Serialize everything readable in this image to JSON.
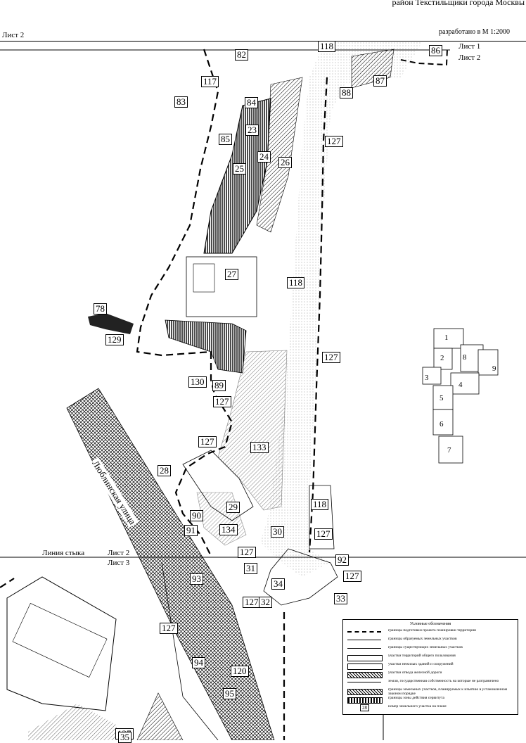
{
  "header": {
    "district": "район Текстильщики города Москвы",
    "sheet_top_left": "Лист 2",
    "scale_note": "разработано в М 1:2000",
    "sheet1_label": "Лист 1",
    "sheet2_label": "Лист 2"
  },
  "junction": {
    "label": "Линия стыка",
    "sheet_above": "Лист 2",
    "sheet_below": "Лист 3"
  },
  "street_label": "Люблинская улица",
  "parcels": [
    "82",
    "118",
    "86",
    "87",
    "88",
    "117",
    "83",
    "84",
    "23",
    "85",
    "24",
    "25",
    "26",
    "127",
    "127",
    "27",
    "118",
    "78",
    "129",
    "127",
    "130",
    "89",
    "127",
    "133",
    "28",
    "29",
    "90",
    "134",
    "91",
    "30",
    "118",
    "127",
    "92",
    "127",
    "31",
    "127",
    "93",
    "34",
    "33",
    "127",
    "32",
    "127",
    "94",
    "120",
    "95",
    "127",
    "35"
  ],
  "key_plan": [
    "1",
    "2",
    "8",
    "9",
    "3",
    "4",
    "5",
    "6",
    "7"
  ],
  "legend": {
    "title": "Условные обозначения",
    "items": [
      "границы подготовки проекта планировки территории",
      "границы образуемых земельных участков",
      "границы существующих земельных участков",
      "участки территорий общего пользования",
      "участки нежилых зданий и сооружений",
      "участки отвода железной дороги",
      "земли, государственная собственность на которые не разграничено",
      "границы земельных участков, планируемых к изъятию в установленном законом порядке",
      "границы зоны действия сервитута",
      "номер земельного участка на плане"
    ],
    "sample_number": "28"
  }
}
